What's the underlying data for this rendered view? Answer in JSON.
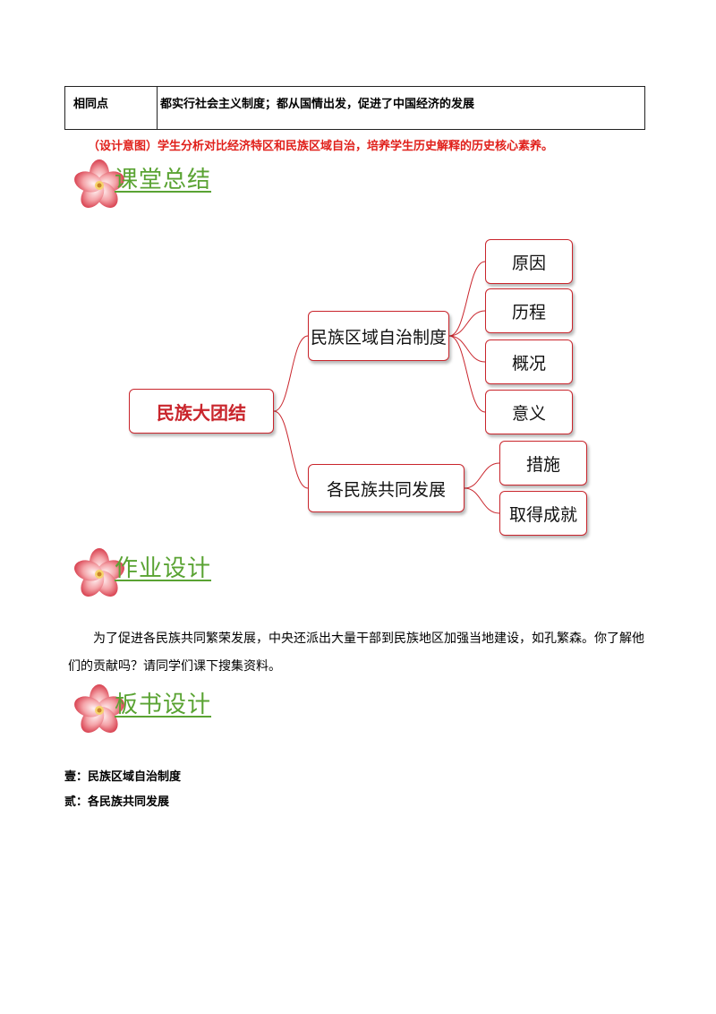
{
  "table": {
    "label": "相同点",
    "content": "都实行社会主义制度；都从国情出发，促进了中国经济的发展"
  },
  "design_intent": "（设计意图）学生分析对比经济特区和民族区域自治，培养学生历史解释的历史核心素养。",
  "sections": {
    "summary": "课堂总结",
    "homework": "作业设计",
    "board": "板书设计"
  },
  "mindmap": {
    "root": "民族大团结",
    "branch1": {
      "label": "民族区域自治制度",
      "children": [
        "原因",
        "历程",
        "概况",
        "意义"
      ]
    },
    "branch2": {
      "label": "各民族共同发展",
      "children": [
        "措施",
        "取得成就"
      ]
    }
  },
  "homework_text": "为了促进各民族共同繁荣发展，中央还派出大量干部到民族地区加强当地建设，如孔繁森。你了解他们的贡献吗？请同学们课下搜集资料。",
  "board": {
    "item1": "壹：民族区域自治制度",
    "item2": "贰：各民族共同发展"
  },
  "colors": {
    "accent_red": "#c9252c",
    "intent_red": "#e0201b",
    "title_green": "#5aa333"
  },
  "icons": [
    "flower-icon"
  ]
}
